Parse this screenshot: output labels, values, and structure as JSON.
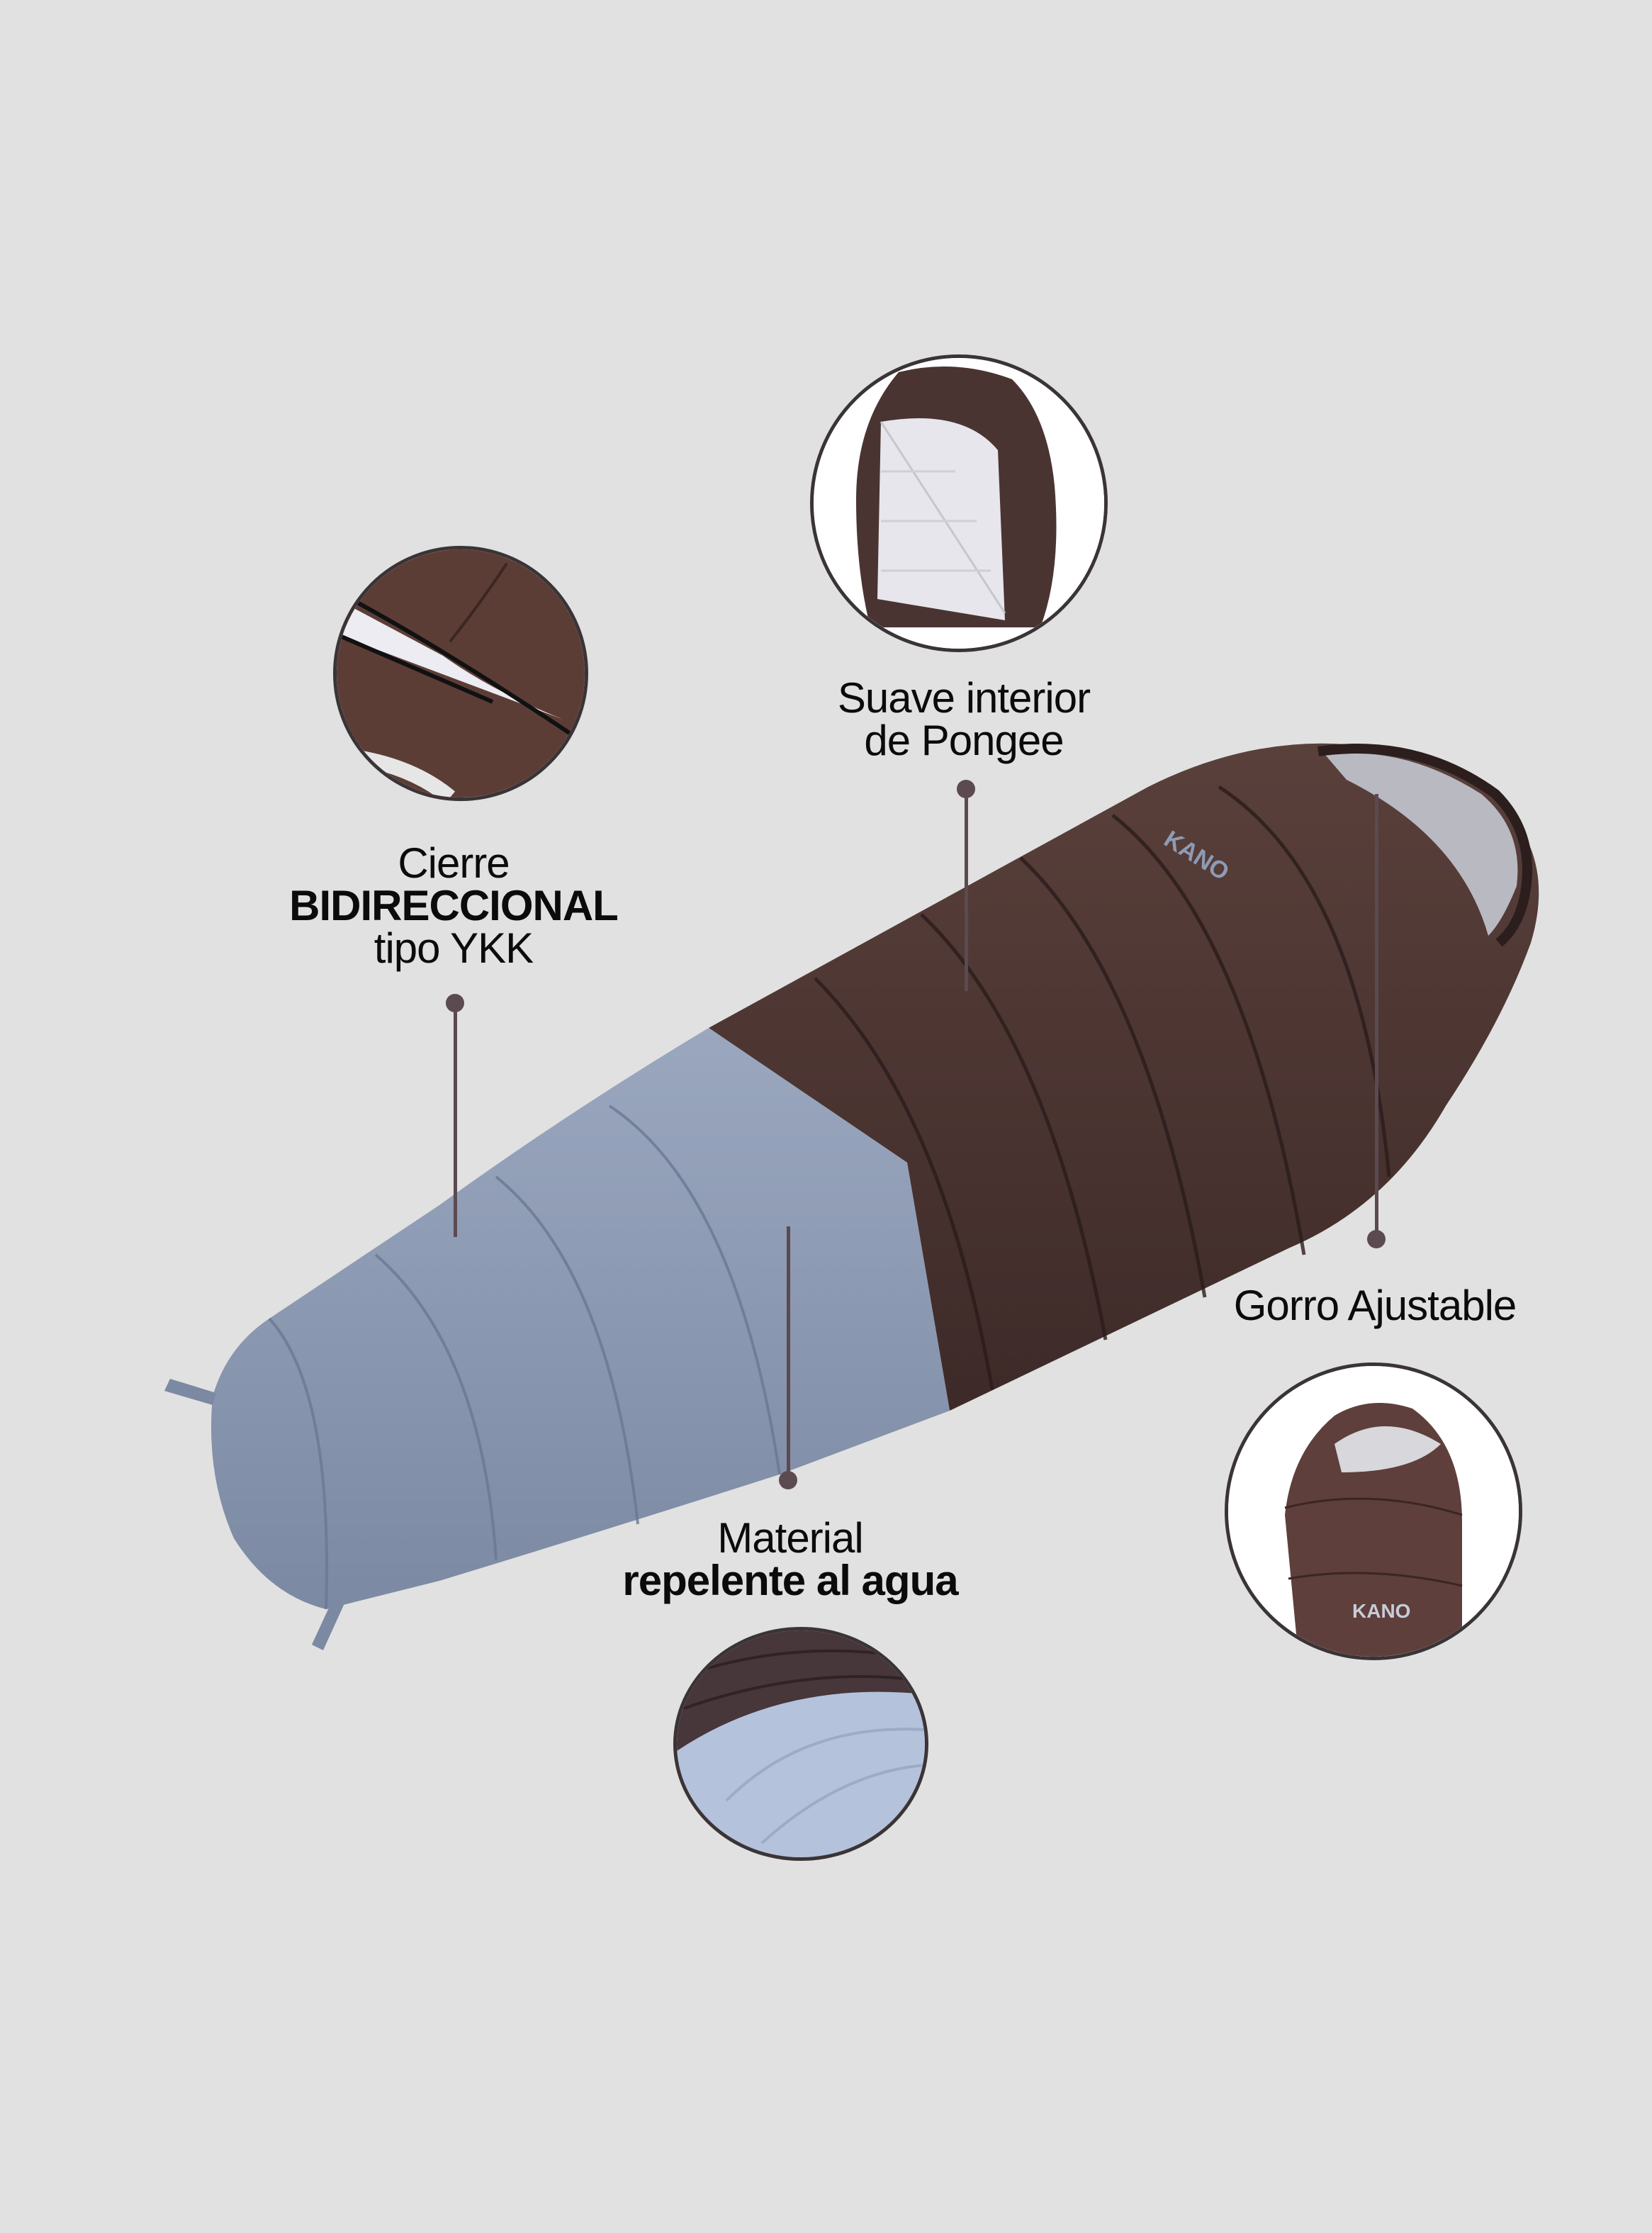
{
  "product": {
    "brand_logo_text": "KANO",
    "colors": {
      "background": "#e1e1e1",
      "shell_brown": "#4a3431",
      "shell_brown_light": "#5a3f3a",
      "foot_gray_blue": "#8e9bb4",
      "lining_gray": "#c9c9cf",
      "callout_line": "#5b4a50",
      "text": "#0b0b0b"
    }
  },
  "callouts": {
    "zipper": {
      "line1": "Cierre",
      "line2": "BIDIRECCIONAL",
      "line3": "tipo YKK"
    },
    "lining": {
      "line1": "Suave interior",
      "line2": "de Pongee"
    },
    "hood": {
      "line1": "Gorro Ajustable"
    },
    "material": {
      "line1": "Material",
      "line2": "repelente al agua"
    }
  },
  "detail_images": {
    "zipper": "zipper-closeup",
    "lining": "interior-lining-closeup",
    "hood": "hood-closeup",
    "material": "water-repellent-fabric-closeup"
  }
}
